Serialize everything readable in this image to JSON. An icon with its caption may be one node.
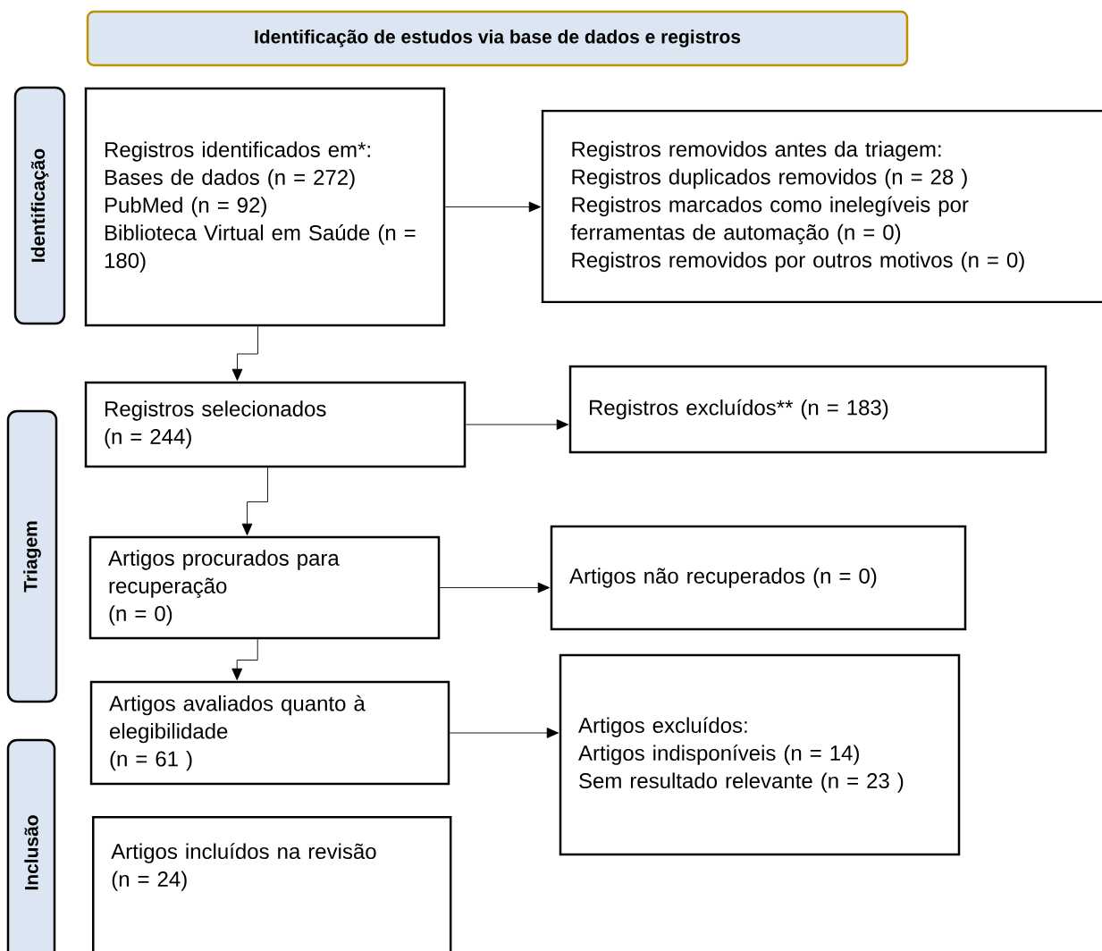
{
  "diagram": {
    "nodes": [
      {
        "text": [
          "Identificação de  estudos via base de dados e registros"
        ]
      },
      {
        "text": [
          "Identificação"
        ]
      },
      {
        "text": [
          "Triagem"
        ]
      },
      {
        "text": [
          "Inclusão"
        ]
      },
      {
        "text": [
          "Registros identificados em*:",
          "Bases de dados (n = 272)",
          "PubMed (n = 92)",
          "Biblioteca Virtual em Saúde (n = 180)"
        ]
      },
      {
        "text": [
          "Registros removidos antes da triagem:",
          "Registros duplicados removidos (n = 28 )",
          "Registros marcados como inelegíveis por ferramentas de automação (n = 0)",
          "Registros removidos por outros motivos (n = 0)"
        ]
      },
      {
        "text": [
          "Registros selecionados",
          "(n = 244)"
        ]
      },
      {
        "text": [
          "Registros excluídos** (n = 183)"
        ]
      },
      {
        "text": [
          "Artigos procurados para recuperação",
          "(n = 0)"
        ]
      },
      {
        "text": [
          "Artigos não recuperados (n = 0)"
        ]
      },
      {
        "text": [
          "Artigos  avaliados quanto à elegibilidade",
          "(n = 61 )"
        ]
      },
      {
        "text": [
          "Artigos excluídos:",
          "Artigos indisponíveis (n = 14)",
          "Sem resultado relevante (n = 23 )"
        ]
      },
      {
        "text": [
          "Artigos incluídos na revisão",
          "(n = 24)"
        ]
      }
    ],
    "edges": [
      {
        "from": 4,
        "to": 5,
        "arrow": "to"
      },
      {
        "from": 4,
        "to": 6,
        "arrow": "to"
      },
      {
        "from": 6,
        "to": 7,
        "arrow": "to"
      },
      {
        "from": 6,
        "to": 8,
        "arrow": "to"
      },
      {
        "from": 8,
        "to": 9,
        "arrow": "to"
      },
      {
        "from": 8,
        "to": 10,
        "arrow": "to"
      },
      {
        "from": 10,
        "to": 11,
        "arrow": "to"
      }
    ]
  }
}
